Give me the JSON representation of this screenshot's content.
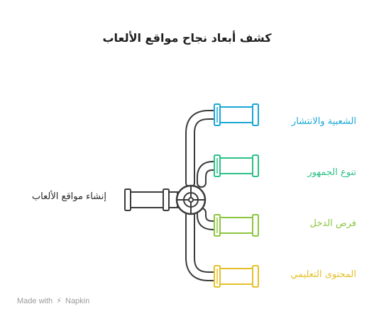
{
  "title": "كشف أبعاد نجاح مواقع الألعاب",
  "source": {
    "label": "إنشاء مواقع الألعاب"
  },
  "branches": [
    {
      "label": "الشعبية والانتشار",
      "color": "#1aa7d6"
    },
    {
      "label": "تنوع الجمهور",
      "color": "#2cc187"
    },
    {
      "label": "فرص الدخل",
      "color": "#8cc63f"
    },
    {
      "label": "المحتوى التعليمي",
      "color": "#e5c02b"
    }
  ],
  "pipe_color": "#3b3b3b",
  "watermark": {
    "prefix": "Made with",
    "brand": "Napkin",
    "icon": "napkin-bolt-icon"
  }
}
